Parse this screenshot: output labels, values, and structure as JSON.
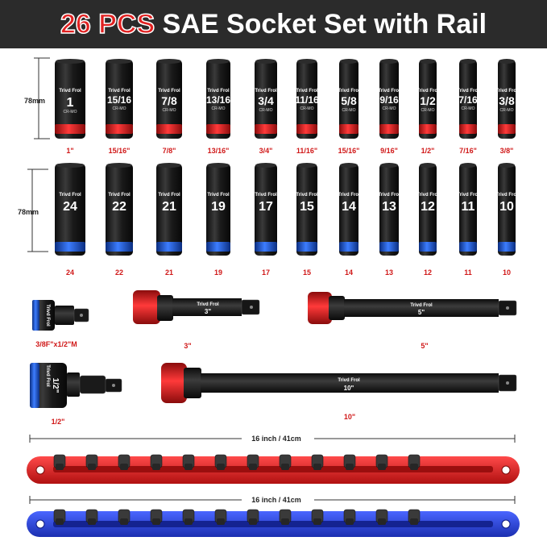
{
  "header": {
    "accent": "26 PCS",
    "title": "SAE Socket Set with Rail"
  },
  "brand": "Trivd Frol",
  "material": "CR-MO",
  "height_label": "78mm",
  "rail_label": "16 inch / 41cm",
  "colors": {
    "banner": "#2b2b2b",
    "accent_red": "#e02020",
    "sae_ring": "#d81f1f",
    "metric_ring": "#1e5fd8",
    "socket_body": "#1c1c1c",
    "label_red": "#d01818"
  },
  "row1": [
    {
      "size": "1",
      "label": "1\""
    },
    {
      "size": "15/16",
      "label": "15/16\""
    },
    {
      "size": "7/8",
      "label": "7/8\""
    },
    {
      "size": "13/16",
      "label": "13/16\""
    },
    {
      "size": "3/4",
      "label": "3/4\""
    },
    {
      "size": "11/16",
      "label": "11/16\""
    },
    {
      "size": "5/8",
      "label": "15/16\""
    },
    {
      "size": "9/16",
      "label": "9/16\""
    },
    {
      "size": "1/2",
      "label": "1/2\""
    },
    {
      "size": "7/16",
      "label": "7/16\""
    },
    {
      "size": "3/8",
      "label": "3/8\""
    }
  ],
  "row2": [
    {
      "size": "24",
      "label": "24"
    },
    {
      "size": "22",
      "label": "22"
    },
    {
      "size": "21",
      "label": "21"
    },
    {
      "size": "19",
      "label": "19"
    },
    {
      "size": "17",
      "label": "17"
    },
    {
      "size": "15",
      "label": "15"
    },
    {
      "size": "14",
      "label": "14"
    },
    {
      "size": "13",
      "label": "13"
    },
    {
      "size": "12",
      "label": "12"
    },
    {
      "size": "11",
      "label": "11"
    },
    {
      "size": "10",
      "label": "10"
    }
  ],
  "adapter": {
    "label": "3/8F\"x1/2\"M"
  },
  "joint": {
    "size": "1/2\"",
    "label": "1/2\""
  },
  "extensions": [
    {
      "id": "ext3",
      "size": "3\"",
      "label": "3\""
    },
    {
      "id": "ext5",
      "size": "5\"",
      "label": "5\""
    },
    {
      "id": "ext10",
      "size": "10\"",
      "label": "10\""
    }
  ]
}
